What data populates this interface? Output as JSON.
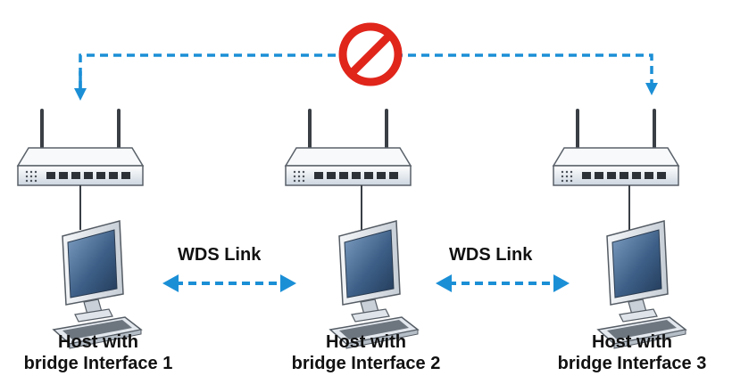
{
  "diagram": {
    "link_label_1": "WDS Link",
    "link_label_2": "WDS Link",
    "hosts": [
      {
        "line1": "Host with",
        "line2": "bridge Interface 1"
      },
      {
        "line1": "Host with",
        "line2": "bridge Interface 2"
      },
      {
        "line1": "Host with",
        "line2": "bridge Interface 3"
      }
    ]
  },
  "colors": {
    "link_blue": "#1b8fd6",
    "prohibit_red": "#e0251b",
    "router_body": "#e8edf3",
    "screen_blue": "#4a6f97"
  },
  "icons": {
    "blocked": "prohibited-icon",
    "router": "router-icon",
    "computer": "computer-icon"
  }
}
